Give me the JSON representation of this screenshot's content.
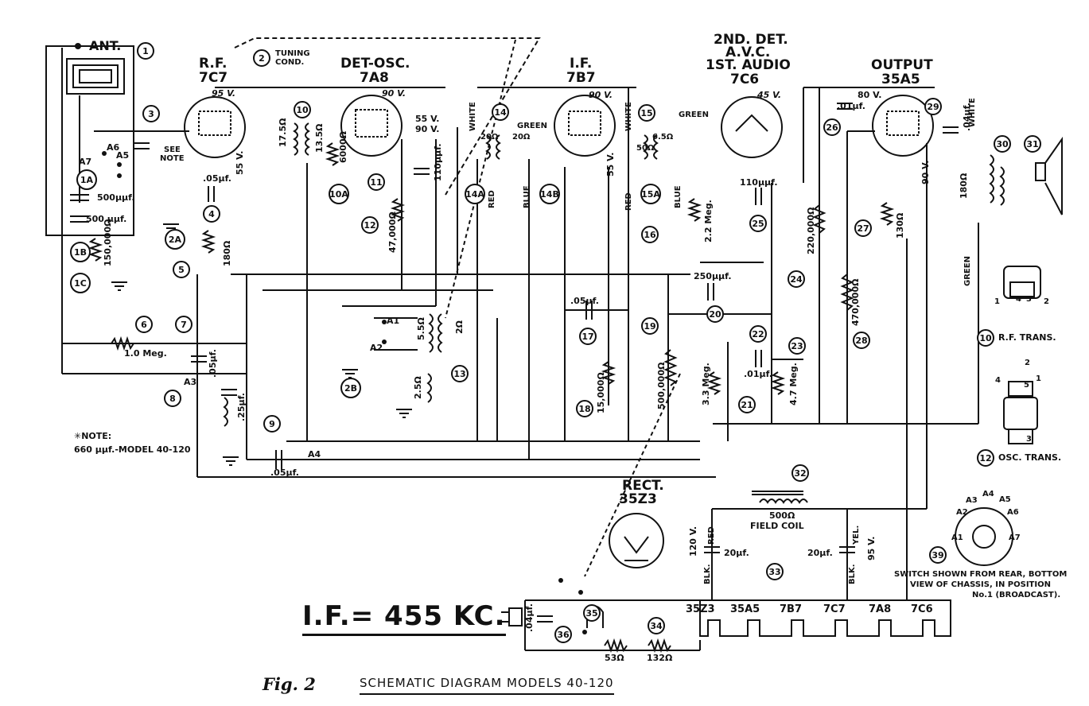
{
  "tubes": {
    "rf": {
      "role": "R.F.",
      "type": "7C7",
      "voltage": "95 V."
    },
    "det_osc": {
      "role": "DET-OSC.",
      "type": "7A8",
      "voltage": "90 V."
    },
    "if": {
      "role": "I.F.",
      "type": "7B7",
      "voltage": "90 V."
    },
    "det_avc_audio": {
      "role_line1": "2ND. DET.",
      "role_line2": "A.V.C.",
      "role_line3": "1ST. AUDIO",
      "type": "7C6",
      "voltage": "45 V."
    },
    "output": {
      "role": "OUTPUT",
      "type": "35A5",
      "voltage": "80 V."
    },
    "rect": {
      "role": "RECT.",
      "type": "35Z3"
    }
  },
  "labels": {
    "ant": "ANT.",
    "tuning_cond": "TUNING\nCOND.",
    "tuning_cond_l1": "TUNING",
    "tuning_cond_l2": "COND.",
    "see_note_l1": "SEE",
    "see_note_l2": "NOTE",
    "note_title": "✳NOTE:",
    "note_text": "660 μμf.-MODEL 40-120",
    "rt_trans": "R.F. TRANS.",
    "osc_trans": "OSC. TRANS.",
    "field_coil": "FIELD COIL",
    "field_coil_value": "500Ω",
    "switch_note_l1": "SWITCH SHOWN FROM REAR, BOTTOM",
    "switch_note_l2": "VIEW OF CHASSIS, IN POSITION",
    "switch_note_l3": "No.1 (BROADCAST).",
    "if_freq": "I.F.= 455 KC.",
    "fig": "Fig. 2",
    "caption": "SCHEMATIC DIAGRAM MODELS 40-120"
  },
  "values": {
    "c1a": "500μμf.",
    "c1b": "500 μμf.",
    "r1c": "150,000Ω",
    "c4": ".05μf.",
    "r5": "180Ω",
    "v55a": "55 V.",
    "v55b": "55 V.",
    "v55c": "55 V.",
    "v90b": "90 V.",
    "t10_l1": "17.5Ω",
    "t10_l2": "13.5Ω",
    "r10a": "6000Ω",
    "c11": "110μμf.",
    "r12": "47,000Ω",
    "t14a": "20Ω",
    "t14b": "20Ω",
    "t15a": "50Ω",
    "t15b": "6.5Ω",
    "r16": "2.2 Meg.",
    "c17": ".05μf.",
    "r18": "15,000Ω",
    "r19": "500,000Ω",
    "c20": "250μμf.",
    "r21": "3.3 Meg.",
    "c22": ".01μf.",
    "r23": "4.7 Meg.",
    "r24": "220,000Ω",
    "c25": "110μμf.",
    "c26": ".01μf.",
    "r27": "130Ω",
    "r28": "470,000Ω",
    "c29": ".04μf.",
    "t30": "180Ω",
    "r6": "1.0 Meg.",
    "c7": ".05μf.",
    "c8": ".25μf.",
    "c9": ".05μf.",
    "t13a": "5.5Ω",
    "t13b": "2Ω",
    "t13c": "2.5Ω",
    "c33a": "20μf.",
    "c33b": "20μf.",
    "v120": "120 V.",
    "v95": "95 V.",
    "v90": "90 V.",
    "c36": ".04μf.",
    "r53": "53Ω",
    "r132": "132Ω"
  },
  "wire_colors": {
    "white": "WHITE",
    "green": "GREEN",
    "red": "RED",
    "blue": "BLUE",
    "blk": "BLK.",
    "yel": "YEL."
  },
  "switch_points": [
    "A1",
    "A2",
    "A3",
    "A4",
    "A5",
    "A6",
    "A7"
  ],
  "heaters": [
    "35Z3",
    "35A5",
    "7B7",
    "7C7",
    "7A8",
    "7C6"
  ],
  "callouts": [
    "1",
    "2",
    "3",
    "4",
    "5",
    "6",
    "7",
    "8",
    "9",
    "10",
    "10A",
    "11",
    "12",
    "13",
    "14",
    "14A",
    "14B",
    "15",
    "15A",
    "16",
    "17",
    "18",
    "19",
    "20",
    "21",
    "22",
    "23",
    "24",
    "25",
    "26",
    "27",
    "28",
    "29",
    "30",
    "31",
    "32",
    "33",
    "34",
    "35",
    "36",
    "39",
    "1A",
    "1B",
    "1C",
    "2A",
    "2B"
  ],
  "transformer_pins": {
    "rf": [
      "1",
      "2",
      "3",
      "4"
    ],
    "osc": [
      "1",
      "2",
      "4",
      "5",
      "3"
    ]
  }
}
